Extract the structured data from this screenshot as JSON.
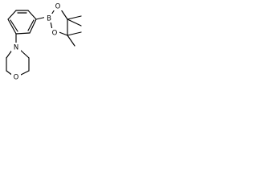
{
  "structure": {
    "atoms": {
      "boron": "B",
      "oxygen_upper": "O",
      "oxygen_lower": "O",
      "oxygen_morpholine": "O",
      "nitrogen_morpholine": "N"
    }
  }
}
